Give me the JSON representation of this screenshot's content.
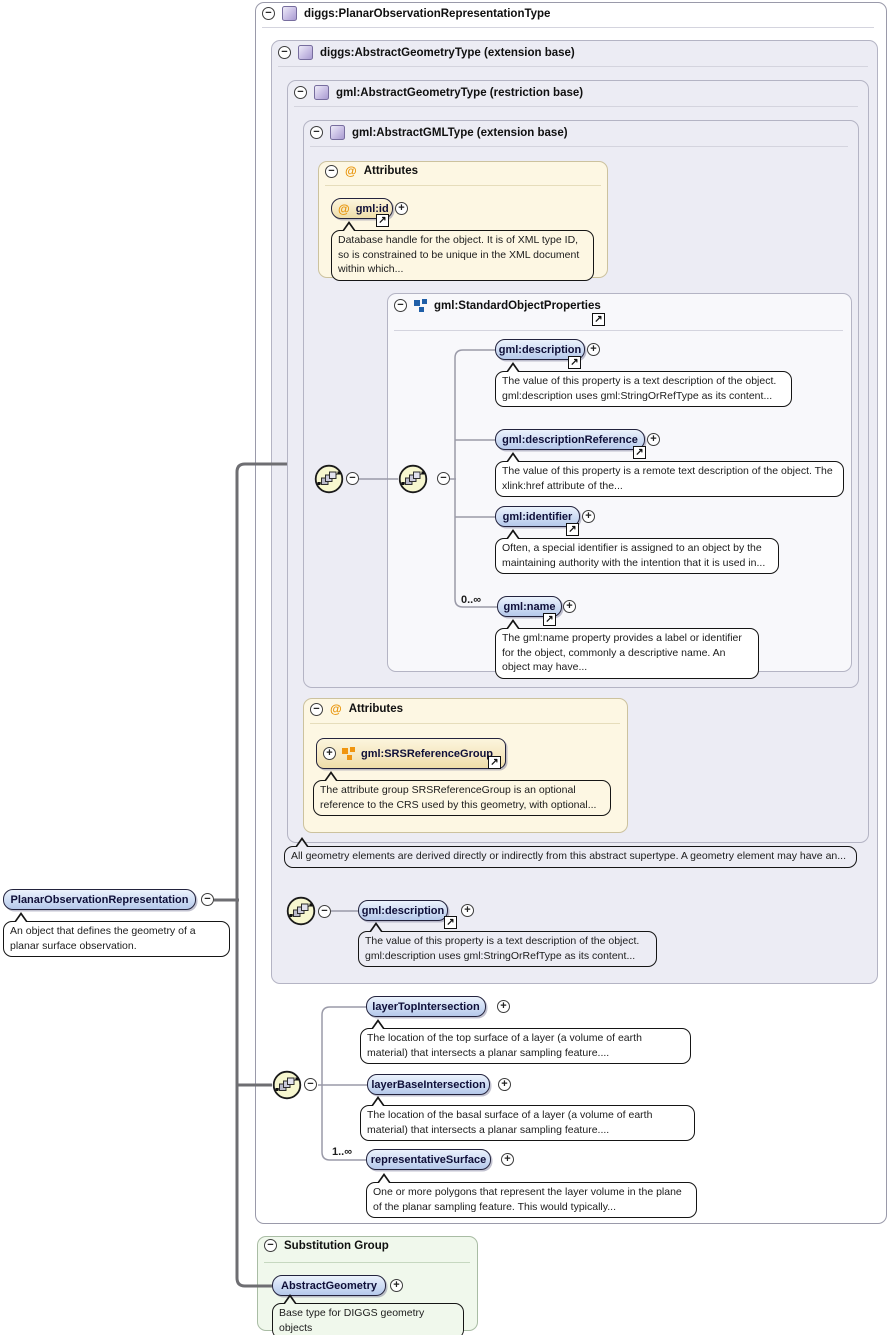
{
  "icons": {
    "collapse": "−",
    "expand": "+",
    "link": "↗",
    "attribute": "@"
  },
  "colors": {
    "element_blue": "#c9d9f2",
    "lavender_box": "#ececf4",
    "attributes_cream": "#fdf7e3",
    "substitution_green": "#f0f8ec",
    "attribute_orange": "#e8940a",
    "model_group_blue": "#1f5fa8"
  },
  "types": {
    "root": "diggs:PlanarObservationRepresentationType",
    "extension": "diggs:AbstractGeometryType (extension base)",
    "restriction": "gml:AbstractGeometryType (restriction base)",
    "gml_base": "gml:AbstractGMLType (extension base)"
  },
  "attr_section_label": "Attributes",
  "attributes1": {
    "item_label": "gml:id",
    "tooltip": "Database handle for the object. It is of XML type ID, so is constrained to be unique in the XML document within which..."
  },
  "sop": {
    "label": "gml:StandardObjectProperties",
    "elements": [
      {
        "label": "gml:description",
        "tooltip": "The value of this property is a text description of the object. gml:description uses gml:StringOrRefType as its content..."
      },
      {
        "label": "gml:descriptionReference",
        "tooltip": "The value of this property is a remote text description of the object. The xlink:href attribute of the..."
      },
      {
        "label": "gml:identifier",
        "tooltip": "Often, a special identifier is assigned to an object by the maintaining authority with the intention that it is used in..."
      },
      {
        "label": "gml:name",
        "multiplicity": "0..∞",
        "tooltip": "The gml:name property provides a label or identifier for the object, commonly a descriptive name. An object may have..."
      }
    ]
  },
  "attributes2": {
    "item_label": "gml:SRSReferenceGroup",
    "tooltip": "The attribute group SRSReferenceGroup is an optional reference to the CRS used by this geometry, with optional..."
  },
  "restriction_note": "All geometry elements are derived directly or indirectly from this abstract supertype. A geometry element may have an...",
  "root_element": {
    "label": "PlanarObservationRepresentation",
    "tooltip": "An object that defines the geometry of a planar surface observation."
  },
  "extension_child": {
    "label": "gml:description",
    "tooltip": "The value of this property is a text description of the object. gml:description uses gml:StringOrRefType as its content..."
  },
  "local_elements": [
    {
      "label": "layerTopIntersection",
      "tooltip": "The location of the top surface of a layer (a volume of earth material) that intersects a planar sampling feature...."
    },
    {
      "label": "layerBaseIntersection",
      "tooltip": "The location of the basal surface of a layer (a volume of earth material) that intersects a planar sampling feature...."
    },
    {
      "label": "representativeSurface",
      "multiplicity": "1..∞",
      "tooltip": "One or more polygons that represent the layer volume in the plane of the planar sampling feature. This would typically..."
    }
  ],
  "substitution": {
    "label": "Substitution Group",
    "element_label": "AbstractGeometry",
    "tooltip": "Base type for DIGGS geometry objects"
  }
}
